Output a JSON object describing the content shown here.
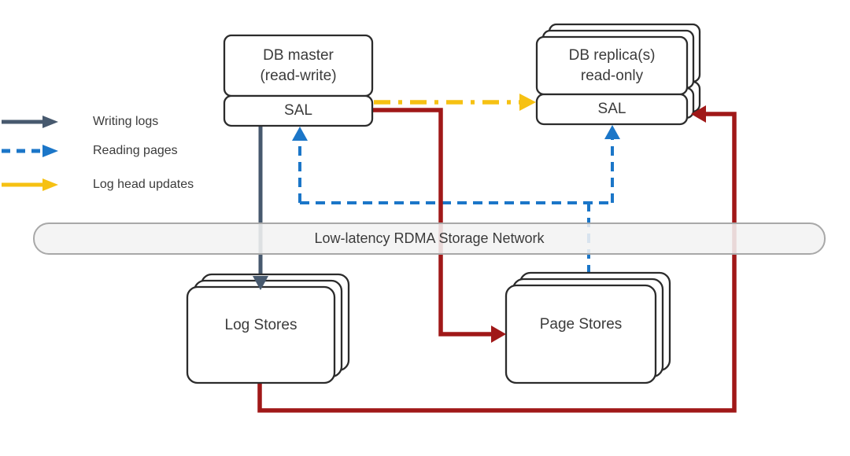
{
  "legend": {
    "writing_logs_label": "Writing logs",
    "reading_pages_label": "Reading pages",
    "log_head_updates_label": "Log head updates"
  },
  "nodes": {
    "db_master": {
      "title": "DB master",
      "subtitle": "(read-write)",
      "sal_label": "SAL"
    },
    "db_replicas": {
      "title": "DB replica(s)",
      "subtitle": "read-only",
      "sal_label": "SAL"
    },
    "network_label": "Low-latency RDMA Storage Network",
    "log_stores_label": "Log Stores",
    "page_stores_label": "Page Stores"
  },
  "colors": {
    "writing_logs": "#47596e",
    "reading_pages": "#1b76c8",
    "log_head_updates": "#f6c113",
    "red_arrow": "#a01818",
    "box_border": "#2b2b2b",
    "network_fill": "#f2f2f3",
    "network_border": "#a8a8a8",
    "text": "#3b3b3b"
  }
}
